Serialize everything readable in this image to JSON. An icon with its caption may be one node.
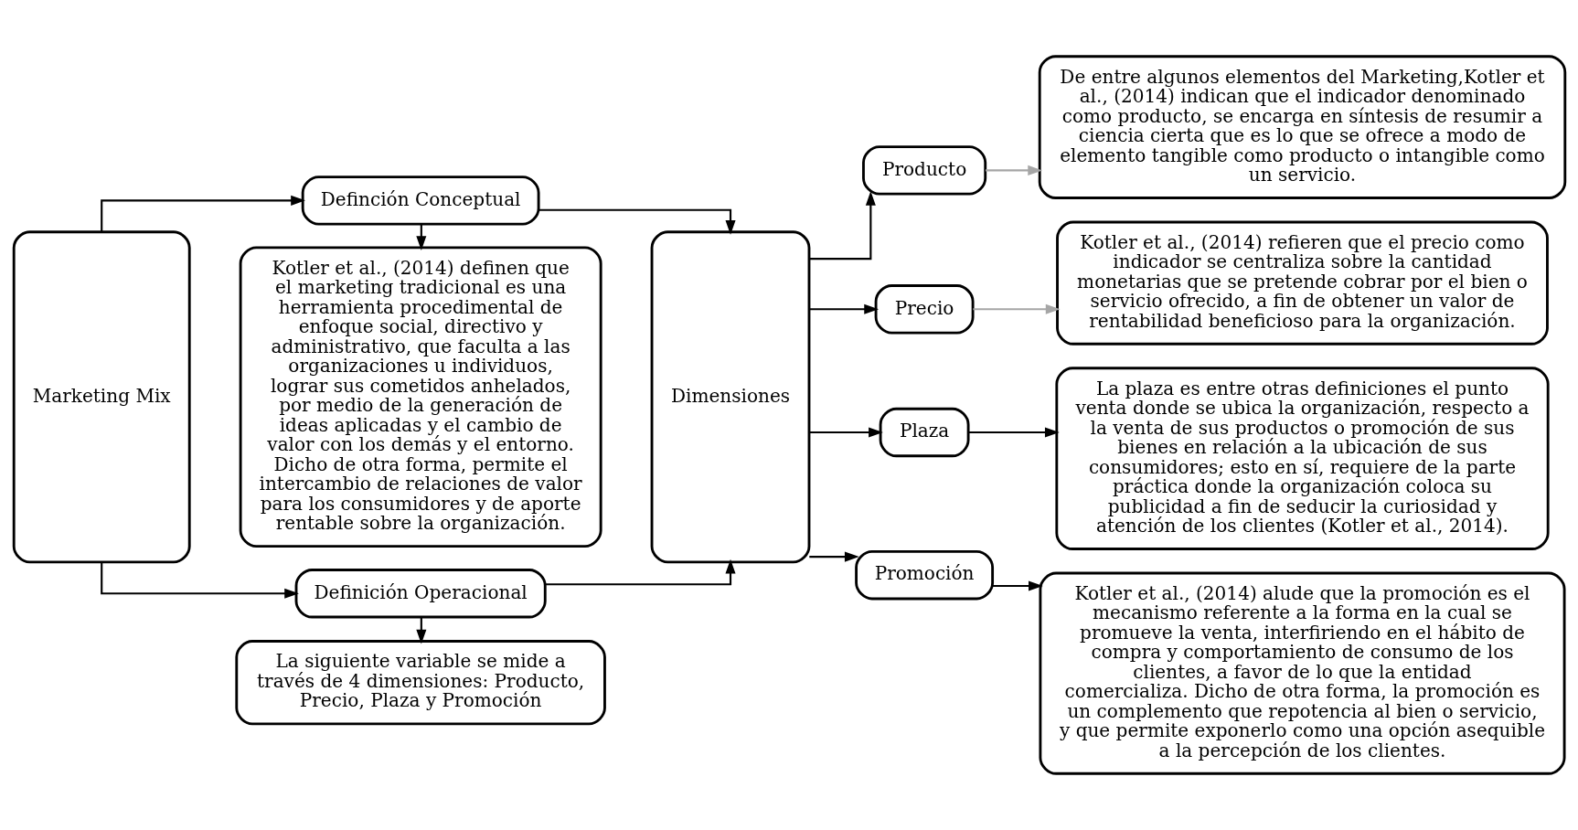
{
  "diagram": {
    "nodes": [
      {
        "text": [
          "Marketing Mix"
        ]
      },
      {
        "text": [
          "Definción Conceptual"
        ]
      },
      {
        "text": [
          "Kotler et al., (2014) definen que el marketing tradicional es una herramienta procedimental de enfoque social, directivo y administrativo, que faculta a las organizaciones u individuos, lograr sus cometidos anhelados, por medio de la generación de ideas aplicadas y el cambio de valor con los demás y el entorno. Dicho de otra forma, permite el intercambio de relaciones de valor para los consumidores y de aporte rentable sobre la organización."
        ]
      },
      {
        "text": [
          "La siguiente variable se mide a través de 4 dimensiones: Producto, Precio, Plaza y Promoción"
        ]
      },
      {
        "text": [
          "Definición Operacional"
        ]
      },
      {
        "text": [
          "Dimensiones"
        ]
      },
      {
        "text": [
          "Producto"
        ]
      },
      {
        "text": [
          "Precio"
        ]
      },
      {
        "text": [
          "Plaza"
        ]
      },
      {
        "text": [
          "Promoción"
        ]
      },
      {
        "text": [
          "De entre algunos elementos del Marketing,Kotler et al., (2014) indican que el indicador denominado como producto, se encarga en síntesis de resumir a ciencia cierta que es lo que se ofrece a modo de elemento tangible como producto o intangible como un servicio."
        ]
      },
      {
        "text": [
          "Kotler et al., (2014) refieren que el precio como indicador se centraliza sobre la cantidad monetarias que se pretende cobrar por el bien o servicio ofrecido, a fin de obtener un valor de rentabilidad beneficioso para la organización."
        ]
      },
      {
        "text": [
          "La plaza es entre otras definiciones el punto venta donde se ubica la organización, respecto a la venta de sus productos o promoción de sus bienes en relación a la ubicación de sus consumidores; esto en sí, requiere de la parte práctica donde la organización coloca su publicidad a fin de seducir la curiosidad y atención de los clientes (Kotler et al., 2014)."
        ]
      },
      {
        "text": [
          "Kotler et al., (2014) alude que la promoción es el mecanismo referente a la forma en la cual se promueve la venta, interfiriendo en el hábito de compra y comportamiento de consumo de los clientes, a favor de lo que la entidad comercializa. Dicho de otra forma, la promoción es un complemento que repotencia al bien o servicio, y que permite exponerlo como una opción asequible a la percepción de los clientes."
        ]
      }
    ],
    "edges": [
      {
        "from": 0,
        "to": 1,
        "arrow": "to"
      },
      {
        "from": 0,
        "to": 4,
        "arrow": "to"
      },
      {
        "from": 1,
        "to": 2,
        "arrow": "to"
      },
      {
        "from": 1,
        "to": 5,
        "arrow": "to"
      },
      {
        "from": 4,
        "to": 3,
        "arrow": "to"
      },
      {
        "from": 4,
        "to": 5,
        "arrow": "to"
      },
      {
        "from": 5,
        "to": 6,
        "arrow": "to"
      },
      {
        "from": 5,
        "to": 7,
        "arrow": "to"
      },
      {
        "from": 5,
        "to": 8,
        "arrow": "to"
      },
      {
        "from": 5,
        "to": 9,
        "arrow": "to"
      },
      {
        "from": 6,
        "to": 10,
        "arrow": "to",
        "color": "#a6a6a6"
      },
      {
        "from": 7,
        "to": 11,
        "arrow": "to",
        "color": "#a6a6a6"
      },
      {
        "from": 8,
        "to": 12,
        "arrow": "to"
      },
      {
        "from": 9,
        "to": 13,
        "arrow": "to"
      }
    ]
  }
}
